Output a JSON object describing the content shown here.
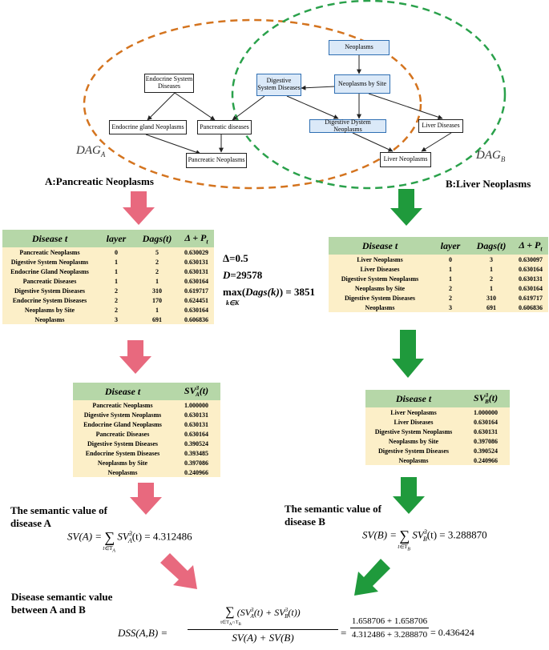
{
  "dag": {
    "nodes": {
      "neoplasms": "Neoplasms",
      "neoplasms_by_site": "Neoplasms by Site",
      "digestive_system_diseases": "Digestive System Diseases",
      "endocrine_system_diseases": "Endocrine System Diseases",
      "endocrine_gland_neoplasms": "Endocrine gland Neoplasms",
      "pancreatic_diseases": "Pancreatic diseases",
      "digestive_system_neoplasms": "Digestive Dystem Neoplasms",
      "liver_diseases": "Liver Diseases",
      "pancreatic_neoplasms": "Pancreatic Neoplasms",
      "liver_neoplasms": "Liver Neoplasms"
    },
    "dag_a": "DAG",
    "dag_a_sub": "A",
    "dag_b": "DAG",
    "dag_b_sub": "B"
  },
  "colors": {
    "dag_a_ellipse": "#d4741f",
    "dag_b_ellipse": "#2aa14b",
    "pink_arrow": "#e8697e",
    "green_arrow": "#1f9a3c",
    "table_header": "#b6d7a8",
    "table_body": "#fcefc8",
    "highlight_node": "#dbe9f8"
  },
  "labels": {
    "disease_a": "A:Pancreatic Neoplasms",
    "disease_b": "B:Liver Neoplasms"
  },
  "table_a1": {
    "headers": [
      "Disease t",
      "layer",
      "Dags(t)",
      "Δ + P"
    ],
    "headers_sub": [
      "",
      "",
      "",
      "t"
    ],
    "rows": [
      [
        "Pancreatic Neoplasms",
        "0",
        "5",
        "0.630029"
      ],
      [
        "Digestive System Neoplasms",
        "1",
        "2",
        "0.630131"
      ],
      [
        "Endocrine Gland Neoplasms",
        "1",
        "2",
        "0.630131"
      ],
      [
        "Pancreatic Diseases",
        "1",
        "1",
        "0.630164"
      ],
      [
        "Digestive System Diseases",
        "2",
        "310",
        "0.619717"
      ],
      [
        "Endocrine System Diseases",
        "2",
        "170",
        "0.624451"
      ],
      [
        "Neoplasms by Site",
        "2",
        "1",
        "0.630164"
      ],
      [
        "Neoplasms",
        "3",
        "691",
        "0.606836"
      ]
    ]
  },
  "table_b1": {
    "headers": [
      "Disease t",
      "layer",
      "Dags(t)",
      "Δ + P"
    ],
    "headers_sub": [
      "",
      "",
      "",
      "t"
    ],
    "rows": [
      [
        "Liver Neoplasms",
        "0",
        "3",
        "0.630097"
      ],
      [
        "Liver Diseases",
        "1",
        "1",
        "0.630164"
      ],
      [
        "Digestive System Neoplasms",
        "1",
        "2",
        "0.630131"
      ],
      [
        "Neoplasms by Site",
        "2",
        "1",
        "0.630164"
      ],
      [
        "Digestive System Diseases",
        "2",
        "310",
        "0.619717"
      ],
      [
        "Neoplasms",
        "3",
        "691",
        "0.606836"
      ]
    ]
  },
  "params": {
    "delta": "Δ=0.5",
    "d_label": "D",
    "d_value": "=29578",
    "max_prefix": "max(",
    "max_dags": "Dags(k)",
    "max_suffix": ") = 3851",
    "max_sub": "k∈K"
  },
  "table_a2": {
    "headers": [
      "Disease t",
      "SV"
    ],
    "sv_sup": "3",
    "sv_sub": "A",
    "sv_arg": "(t)",
    "rows": [
      [
        "Pancreatic Neoplasms",
        "1.000000"
      ],
      [
        "Digestive System Neoplasms",
        "0.630131"
      ],
      [
        "Endocrine Gland Neoplasms",
        "0.630131"
      ],
      [
        "Pancreatic Diseases",
        "0.630164"
      ],
      [
        "Digestive System Diseases",
        "0.390524"
      ],
      [
        "Endocrine System Diseases",
        "0.393485"
      ],
      [
        "Neoplasms by Site",
        "0.397086"
      ],
      [
        "Neoplasms",
        "0.240966"
      ]
    ]
  },
  "table_b2": {
    "headers": [
      "Disease t",
      "SV"
    ],
    "sv_sup": "3",
    "sv_sub": "B",
    "sv_arg": "(t)",
    "rows": [
      [
        "Liver Neoplasms",
        "1.000000"
      ],
      [
        "Liver Diseases",
        "0.630164"
      ],
      [
        "Digestive System Neoplasms",
        "0.630131"
      ],
      [
        "Neoplasms by Site",
        "0.397086"
      ],
      [
        "Digestive System Diseases",
        "0.390524"
      ],
      [
        "Neoplasms",
        "0.240966"
      ]
    ]
  },
  "semantic_a": {
    "title_1": "The semantic value of",
    "title_2": "disease A",
    "lhs": "SV(A) = ",
    "sum_sub": "t∈T",
    "sum_sub_idx": "A",
    "term": "SV",
    "term_sup": "3",
    "term_sub": "A",
    "term_arg": "(t) = 4.312486"
  },
  "semantic_b": {
    "title_1": "The semantic value of",
    "title_2": "disease B",
    "lhs": "SV(B) = ",
    "sum_sub": "t∈T",
    "sum_sub_idx": "B",
    "term": "SV",
    "term_sup": "3",
    "term_sub": "B",
    "term_arg": "(t) = 3.288870"
  },
  "dss": {
    "title_1": "Disease semantic  value",
    "title_2": "between A and B",
    "lhs": "DSS(A,B) =",
    "num_sum_sub": "t∈T",
    "num_sum_sub2": "A",
    "num_sum_cap": "∩T",
    "num_sum_sub3": "B",
    "num_text": "(SV",
    "num_sup": "3",
    "num_sub_a": "A",
    "num_mid": "(t) + SV",
    "num_sub_b": "B",
    "num_end": "(t))",
    "den": "SV(A) + SV(B)",
    "eq2": "=",
    "num2": "1.658706 + 1.658706",
    "den2": "4.312486 + 3.288870",
    "result": "= 0.436424"
  }
}
